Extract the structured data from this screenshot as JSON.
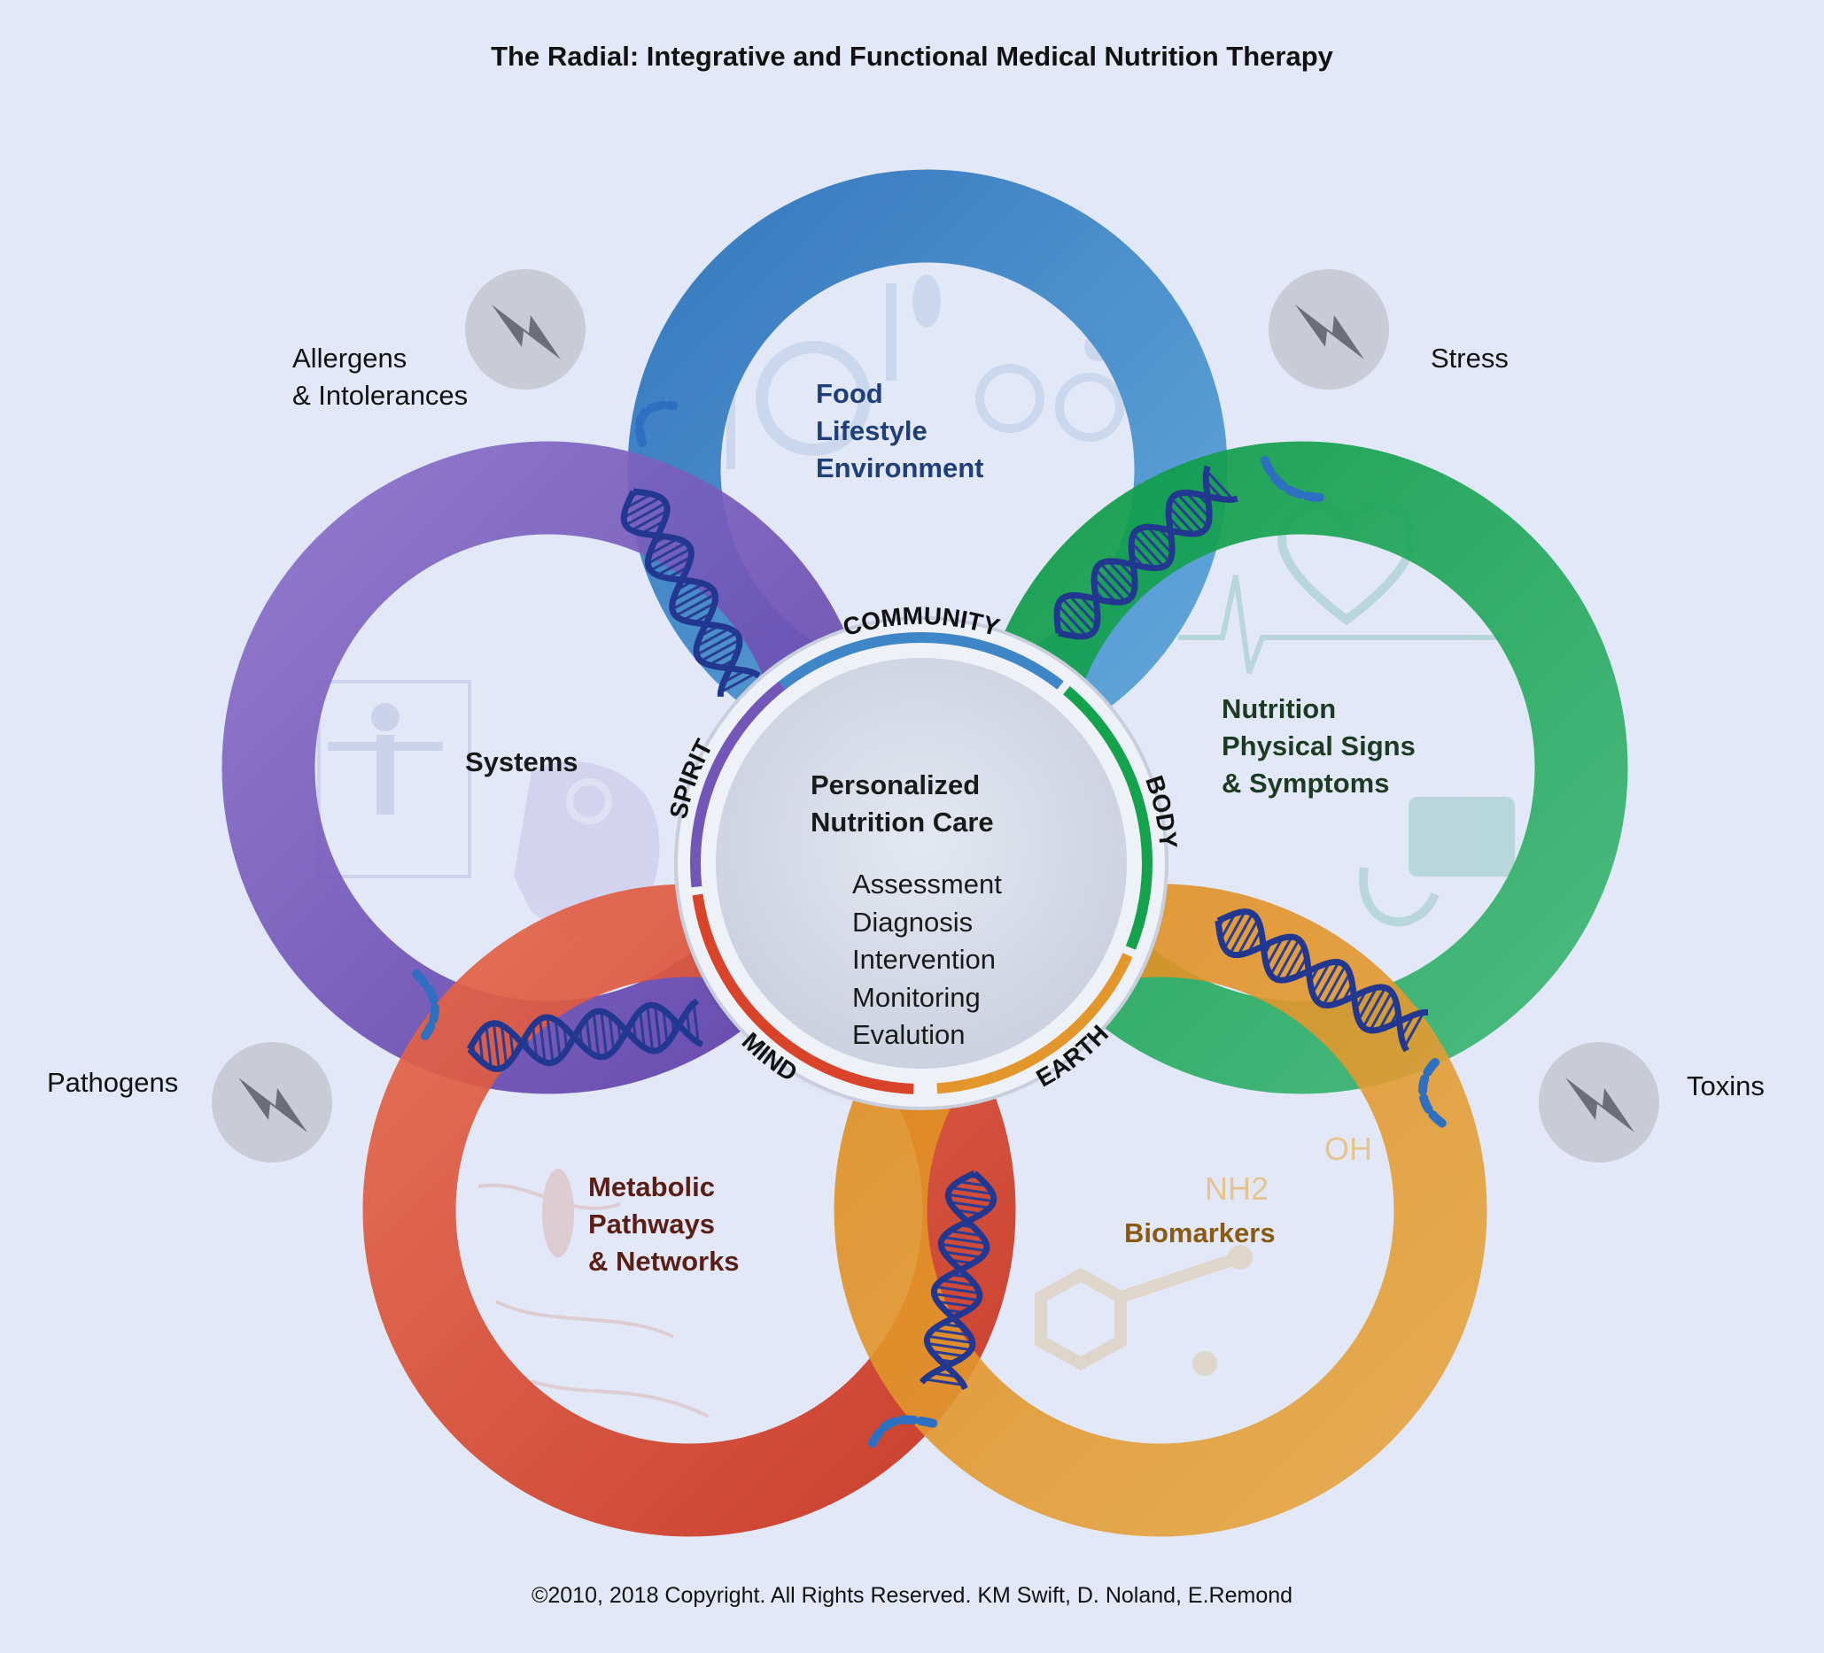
{
  "title": "The Radial: Integrative and Functional Medical Nutrition Therapy",
  "copyright": "©2010, 2018 Copyright. All Rights Reserved. KM Swift, D. Noland, E.Remond",
  "center": {
    "title_lines": [
      "Personalized",
      "Nutrition Care"
    ],
    "steps": [
      "Assessment",
      "Diagnosis",
      "Intervention",
      "Monitoring",
      "Evalution"
    ],
    "ring_words": [
      "COMMUNITY",
      "BODY",
      "EARTH",
      "MIND",
      "SPIRIT"
    ]
  },
  "rings": [
    {
      "id": "food",
      "lines": [
        "Food",
        "Lifestyle",
        "Environment"
      ],
      "color": "#3f86c8",
      "text_color": "#1f3f7a"
    },
    {
      "id": "nutrition",
      "lines": [
        "Nutrition",
        "Physical Signs",
        "& Symptoms"
      ],
      "color": "#14a24d",
      "text_color": "#1d3b22"
    },
    {
      "id": "biomarkers",
      "lines": [
        "Biomarkers"
      ],
      "color": "#e3962a",
      "text_color": "#8a5a12"
    },
    {
      "id": "metabolic",
      "lines": [
        "Metabolic",
        "Pathways",
        "& Networks"
      ],
      "color": "#d9432a",
      "text_color": "#5a1e14"
    },
    {
      "id": "systems",
      "lines": [
        "Systems"
      ],
      "color": "#7256b8",
      "text_color": "#1a1a1a"
    }
  ],
  "stressors": [
    {
      "id": "allergens",
      "lines": [
        "Allergens",
        "& Intolerances"
      ]
    },
    {
      "id": "stress",
      "lines": [
        "Stress"
      ]
    },
    {
      "id": "pathogens",
      "lines": [
        "Pathogens"
      ]
    },
    {
      "id": "toxins",
      "lines": [
        "Toxins"
      ]
    }
  ],
  "chem_labels": {
    "oh": "OH",
    "nh2": "NH2"
  },
  "icons": [
    "lightning-icon",
    "dna-icon",
    "plate-icon",
    "cyclist-icon",
    "heart-icon",
    "stethoscope-icon",
    "vitruvian-icon",
    "head-gears-icon",
    "molecule-icon"
  ]
}
